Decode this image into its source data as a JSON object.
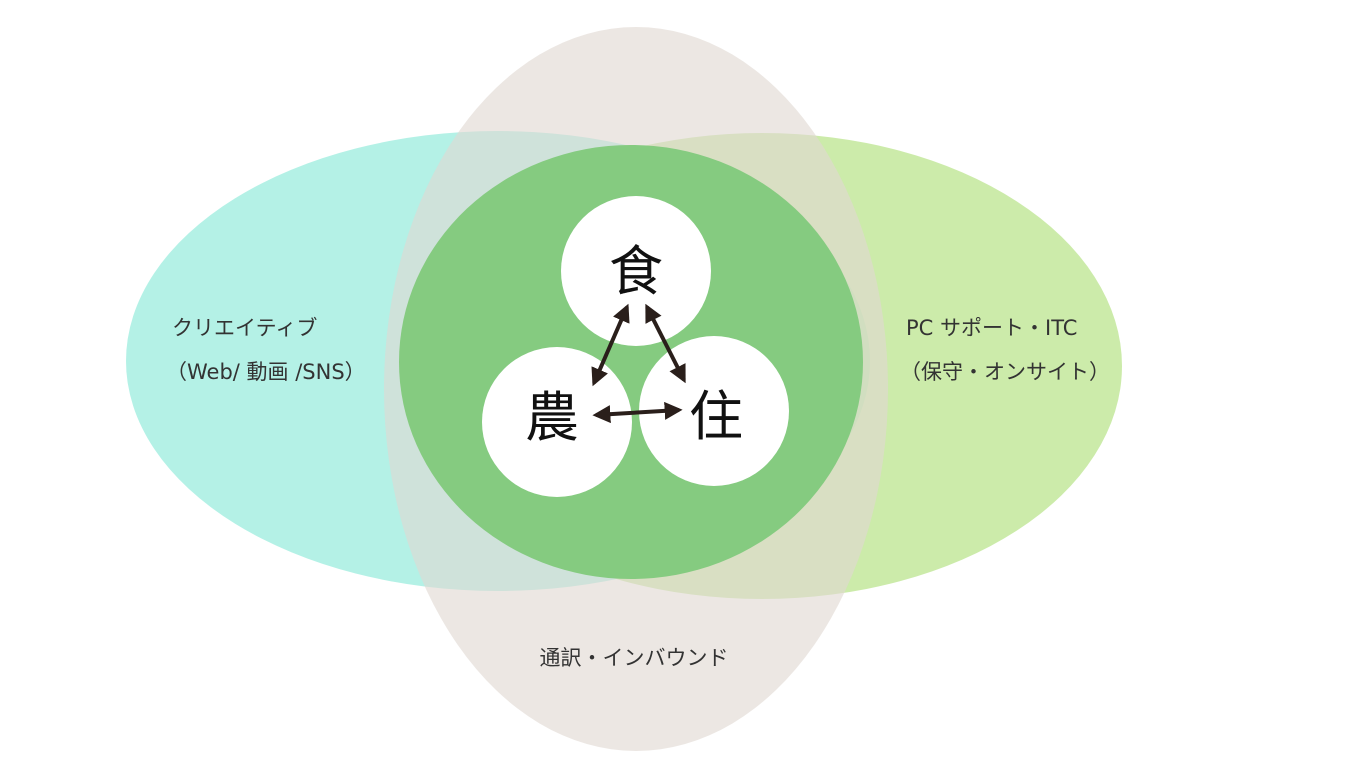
{
  "ellipses": {
    "creative": {
      "label_line1": "クリエイティブ",
      "label_line2": "（Web/ 動画 /SNS）",
      "color": "#97ecdd"
    },
    "pc_support": {
      "label_line1": "PC サポート・ITC",
      "label_line2": "（保守・オンサイト）",
      "color": "#b9e389"
    },
    "interpretation": {
      "label": "通訳・インバウンド",
      "color": "#e0d8d2"
    },
    "core": {
      "color": "#85cb80"
    }
  },
  "hubs": {
    "food": {
      "label": "食"
    },
    "agriculture": {
      "label": "農"
    },
    "housing": {
      "label": "住"
    }
  },
  "colors": {
    "hub_fill": "#ffffff",
    "arrow": "#2a1f1b",
    "text": "#333333"
  }
}
